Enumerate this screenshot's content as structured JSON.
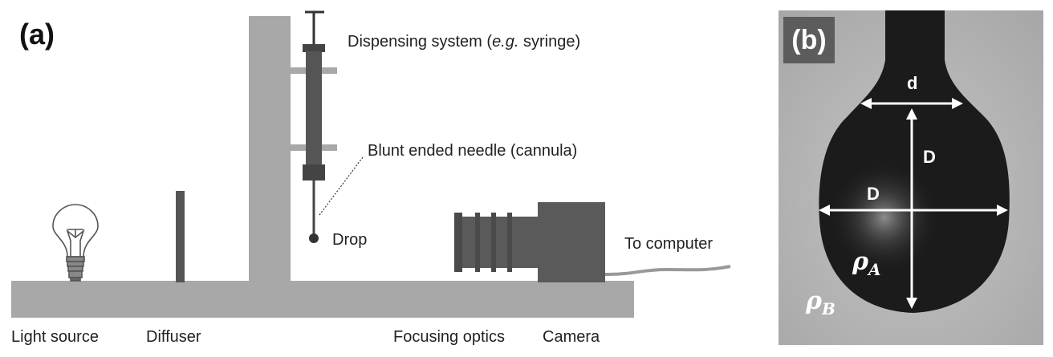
{
  "panel_a": {
    "tag": "(a)",
    "labels": {
      "dispensing_system_prefix": "Dispensing system (",
      "dispensing_system_eg": "e.g.",
      "dispensing_system_suffix": " syringe)",
      "needle": "Blunt ended needle (cannula)",
      "drop": "Drop",
      "to_computer": "To computer",
      "light_source": "Light source",
      "diffuser": "Diffuser",
      "focusing_optics": "Focusing optics",
      "camera": "Camera"
    }
  },
  "panel_b": {
    "tag": "(b)",
    "dims": {
      "neck": "d",
      "vertical": "D",
      "horizontal": "D"
    },
    "densities": {
      "drop_symbol": "ρ",
      "drop_sub": "A",
      "medium_symbol": "ρ",
      "medium_sub": "B"
    }
  },
  "colors": {
    "apparatus_gray": "#a8a8a8",
    "syringe_dark": "#555555",
    "camera_dark": "#5a5a5a",
    "drop_black": "#1b1b1b",
    "background_gray": "#b8b8b8"
  }
}
